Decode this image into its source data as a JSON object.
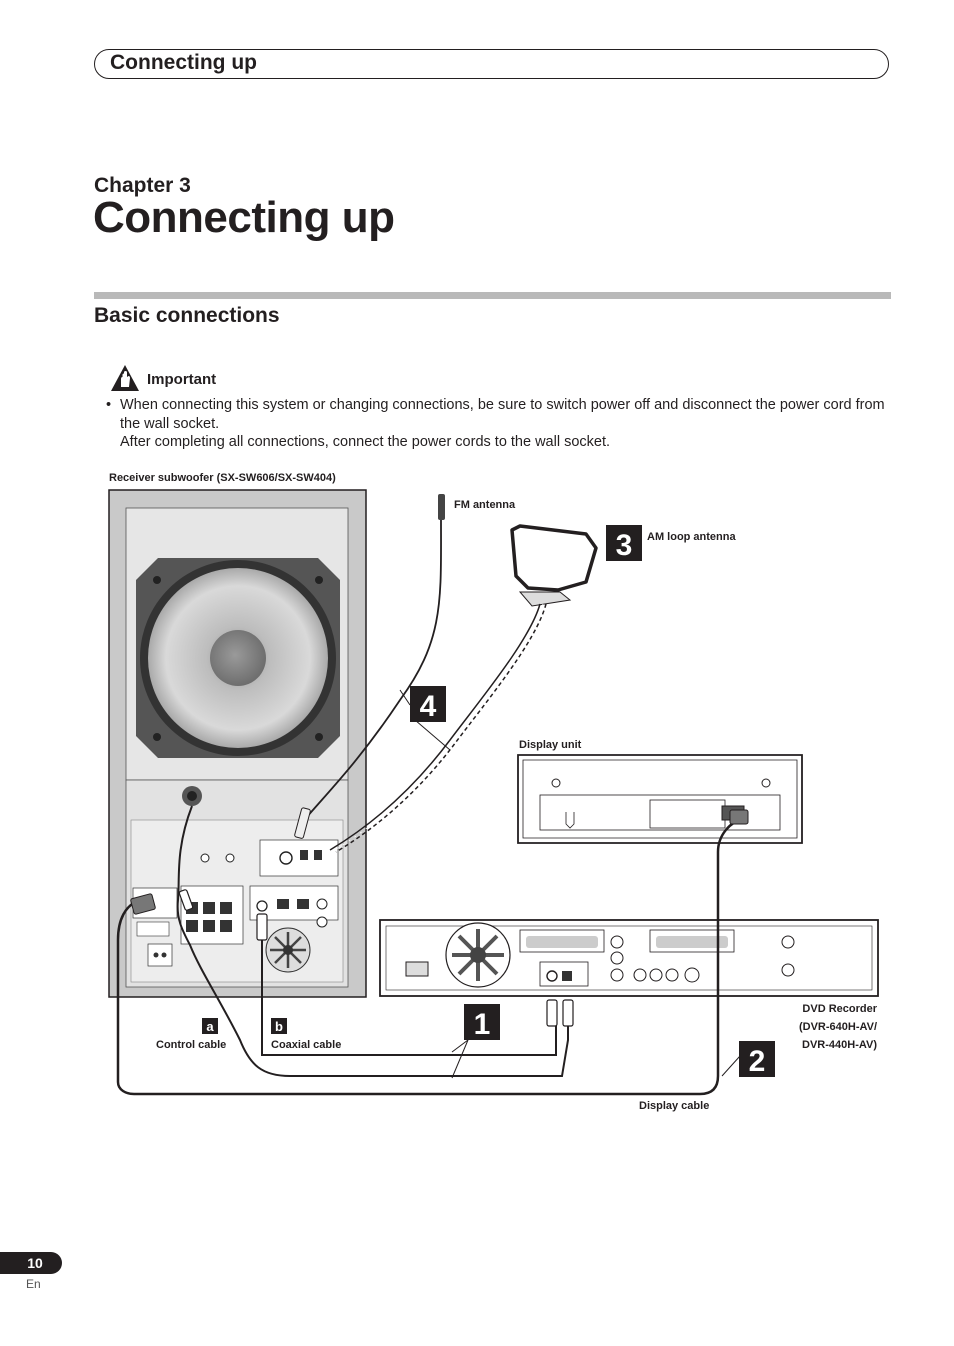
{
  "header": {
    "section_tab": "Connecting up"
  },
  "chapter": {
    "label": "Chapter 3",
    "title": "Connecting up"
  },
  "section": {
    "heading": "Basic connections"
  },
  "important": {
    "label": "Important",
    "bullet": "•",
    "line1": "When connecting this system or changing connections, be sure to switch power off and disconnect the power cord from the wall socket.",
    "line2": "After completing all connections, connect the power cords to the wall socket."
  },
  "diagram": {
    "receiver_label": "Receiver subwoofer (SX-SW606/SX-SW404)",
    "fm_antenna": "FM antenna",
    "am_loop_antenna": "AM loop antenna",
    "display_unit": "Display unit",
    "dvd_recorder_line1": "DVD Recorder",
    "dvd_recorder_line2": "(DVR-640H-AV/",
    "dvd_recorder_line3": "DVR-440H-AV)",
    "control_cable": "Control cable",
    "coaxial_cable": "Coaxial cable",
    "display_cable": "Display cable",
    "marker_a": "a",
    "marker_b": "b",
    "step_1": "1",
    "step_2": "2",
    "step_3": "3",
    "step_4": "4"
  },
  "footer": {
    "page_number": "10",
    "language": "En"
  },
  "colors": {
    "text": "#231f20",
    "rule": "#b9b9b9",
    "panel": "#e6e6e6"
  }
}
